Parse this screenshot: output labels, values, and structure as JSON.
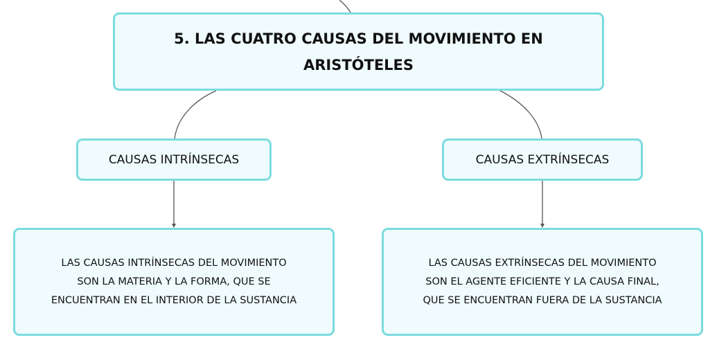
{
  "root": {
    "title_line1": "5. LAS CUATRO CAUSAS DEL MOVIMIENTO EN",
    "title_line2": "ARISTÓTELES"
  },
  "intrinsic": {
    "label": "CAUSAS INTRÍNSECAS",
    "description_line1": "LAS CAUSAS INTRÍNSECAS DEL MOVIMIENTO",
    "description_line2": "SON LA MATERIA Y LA FORMA, QUE SE",
    "description_line3": "ENCUENTRAN EN EL INTERIOR DE LA SUSTANCIA"
  },
  "extrinsic": {
    "label": "CAUSAS EXTRÍNSECAS",
    "description_line1": "LAS CAUSAS EXTRÍNSECAS DEL MOVIMIENTO",
    "description_line2": "SON EL AGENTE EFICIENTE Y LA CAUSA FINAL,",
    "description_line3": "QUE SE ENCUENTRAN FUERA DE LA SUSTANCIA"
  },
  "colors": {
    "node_border": "#7adbe0",
    "node_fill": "#effbfc",
    "connector": "#555555",
    "text": "#111111"
  }
}
